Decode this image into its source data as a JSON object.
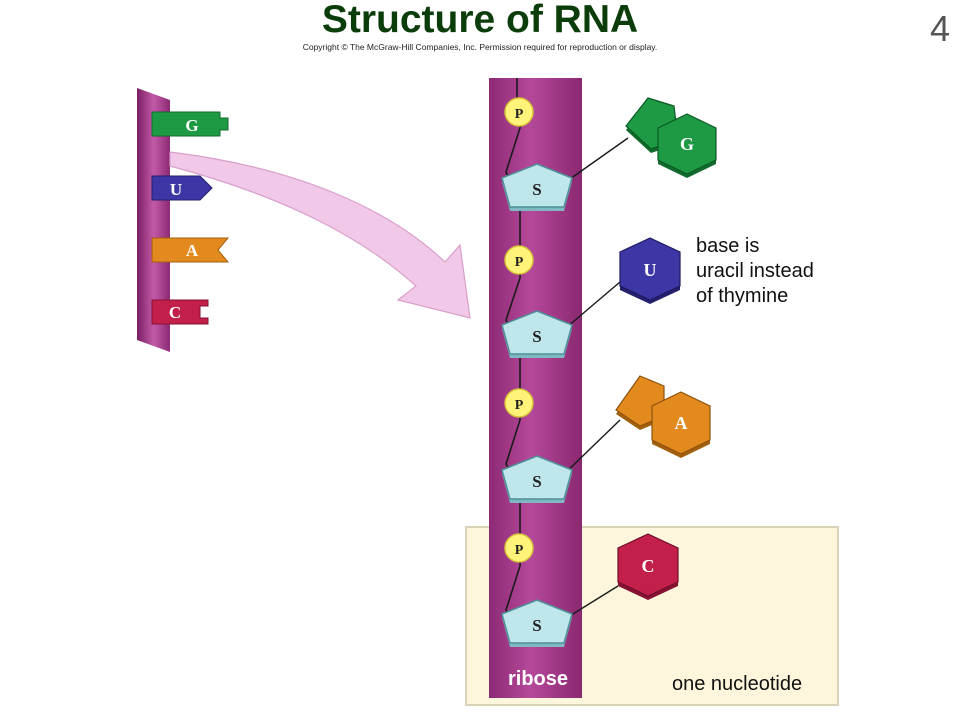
{
  "slide": {
    "title": "Structure of RNA",
    "copyright": "Copyright © The McGraw-Hill Companies, Inc. Permission required for reproduction or display.",
    "number": "4"
  },
  "strand_bases": [
    "G",
    "U",
    "A",
    "C"
  ],
  "backbone": {
    "phosphate_label": "P",
    "sugar_label": "S",
    "sugar_name": "ribose"
  },
  "bases": [
    "G",
    "U",
    "A",
    "C"
  ],
  "annotations": {
    "uracil_note_line1": "base is",
    "uracil_note_line2": "uracil instead",
    "uracil_note_line3": "of thymine",
    "nucleotide_label": "one nucleotide"
  },
  "colors": {
    "title": "#0b3d0b",
    "backbone": "#a83c8c",
    "guanine": "#1e9a45",
    "uracil": "#3d37a5",
    "adenine": "#e28a1e",
    "cytosine": "#c21f4a",
    "sugar": "#bfe6ea",
    "phosphate": "#fff37a",
    "nucleotide_box": "#fdf6dc",
    "arrow": "#f1c6e6"
  }
}
